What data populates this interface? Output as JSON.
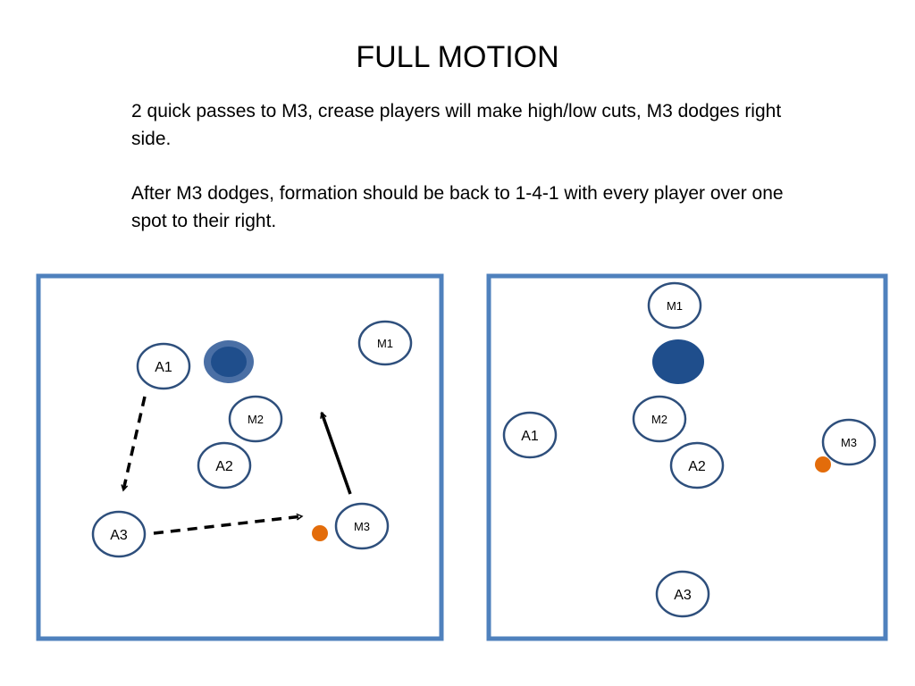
{
  "slide": {
    "title": "FULL MOTION",
    "paragraph1": "2 quick passes to M3, crease players will make high/low cuts, M3 dodges right side.",
    "paragraph2": "After M3 dodges, formation should be back to 1-4-1 with every player over one spot to their right."
  },
  "colors": {
    "field_border": "#4f81bd",
    "player_circle": "#2e4f7c",
    "goal_fill": "#1f4e8c",
    "ball": "#e36c0a",
    "arrow": "#000000"
  },
  "diagrams": {
    "before": {
      "players": {
        "A1": "A1",
        "A2": "A2",
        "A3": "A3",
        "M1": "M1",
        "M2": "M2",
        "M3": "M3"
      }
    },
    "after": {
      "players": {
        "A1": "A1",
        "A2": "A2",
        "A3": "A3",
        "M1": "M1",
        "M2": "M2",
        "M3": "M3"
      }
    }
  }
}
